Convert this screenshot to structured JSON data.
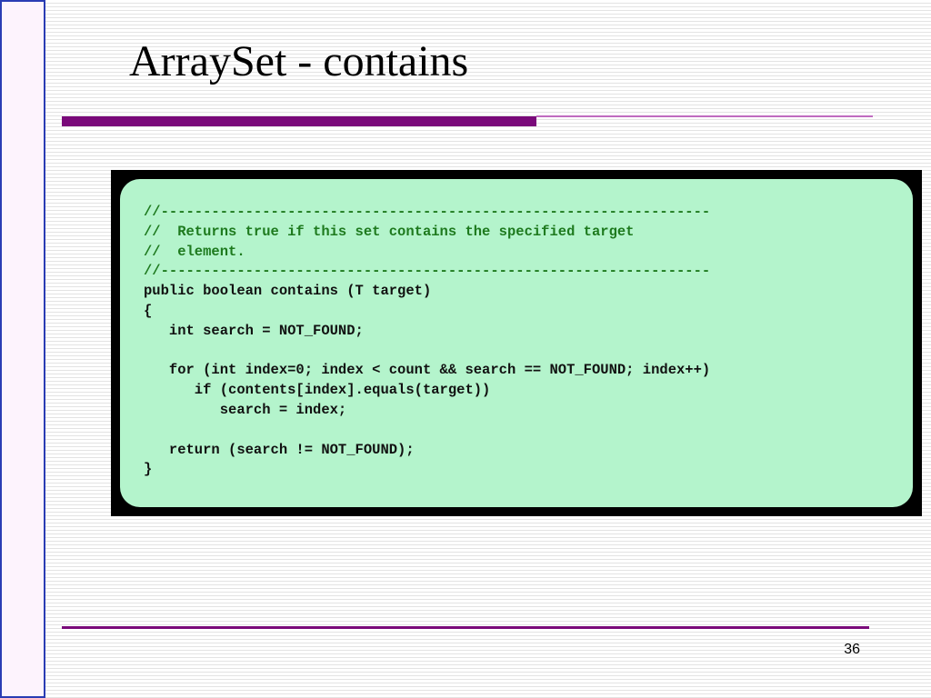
{
  "slide": {
    "title": "ArraySet - contains",
    "page_number": "36"
  },
  "code": {
    "lines": [
      "//-----------------------------------------------------------------",
      "//  Returns true if this set contains the specified target",
      "//  element.",
      "//-----------------------------------------------------------------",
      "public boolean contains (T target)",
      "{",
      "   int search = NOT_FOUND;",
      "",
      "   for (int index=0; index < count && search == NOT_FOUND; index++)",
      "      if (contents[index].equals(target))",
      "         search = index;",
      "",
      "   return (search != NOT_FOUND);",
      "}"
    ]
  },
  "colors": {
    "left_bar_border": "#2a3cb4",
    "rule_purple": "#7a0a7a",
    "code_background": "#b4f4cc",
    "comment_green": "#1e7a1e"
  }
}
